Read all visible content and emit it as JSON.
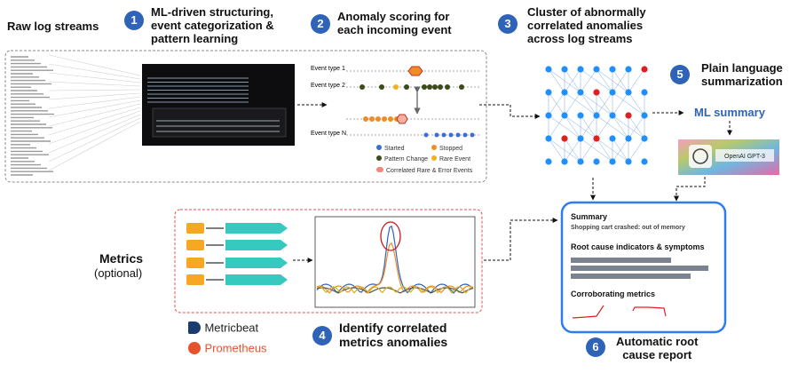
{
  "raw_label": "Raw log streams",
  "steps": [
    {
      "num": "1",
      "text": [
        "ML-driven structuring,",
        "event categorization &",
        "pattern learning"
      ]
    },
    {
      "num": "2",
      "text": [
        "Anomaly scoring for",
        "each incoming event"
      ]
    },
    {
      "num": "3",
      "text": [
        "Cluster of abnormally",
        "correlated anomalies",
        "across log streams"
      ]
    },
    {
      "num": "4",
      "text": [
        "Identify correlated",
        "metrics anomalies"
      ]
    },
    {
      "num": "5",
      "text": [
        "Plain language",
        "summarization"
      ]
    },
    {
      "num": "6",
      "text": [
        "Automatic root",
        "cause report"
      ]
    }
  ],
  "event_types": [
    "Event type 1",
    "Event type 2",
    "Event type N"
  ],
  "legend": [
    {
      "label": "Started",
      "color": "#3b6fd4"
    },
    {
      "label": "Stopped",
      "color": "#f08c28"
    },
    {
      "label": "Pattern Change",
      "color": "#3d4a1c"
    },
    {
      "label": "Rare Event",
      "color": "#f2b01e"
    },
    {
      "label": "Correlated Rare & Error Events",
      "color": "#f08a7a"
    }
  ],
  "ml_summary_label": "ML summary",
  "gpt_label": "OpenAI GPT-3",
  "metrics_label": "Metrics",
  "metrics_optional": "(optional)",
  "brands": {
    "metricbeat": "Metricbeat",
    "prometheus": "Prometheus"
  },
  "report": {
    "summary_title": "Summary",
    "summary_text": "Shopping cart crashed: out of memory",
    "root_title": "Root cause indicators & symptoms",
    "corr_title": "Corroborating metrics"
  },
  "colors": {
    "accent": "#2f63b8",
    "node": "#1f8fff",
    "anomaly": "#e02020",
    "teal": "#36c9c0",
    "orange": "#f7a823"
  }
}
